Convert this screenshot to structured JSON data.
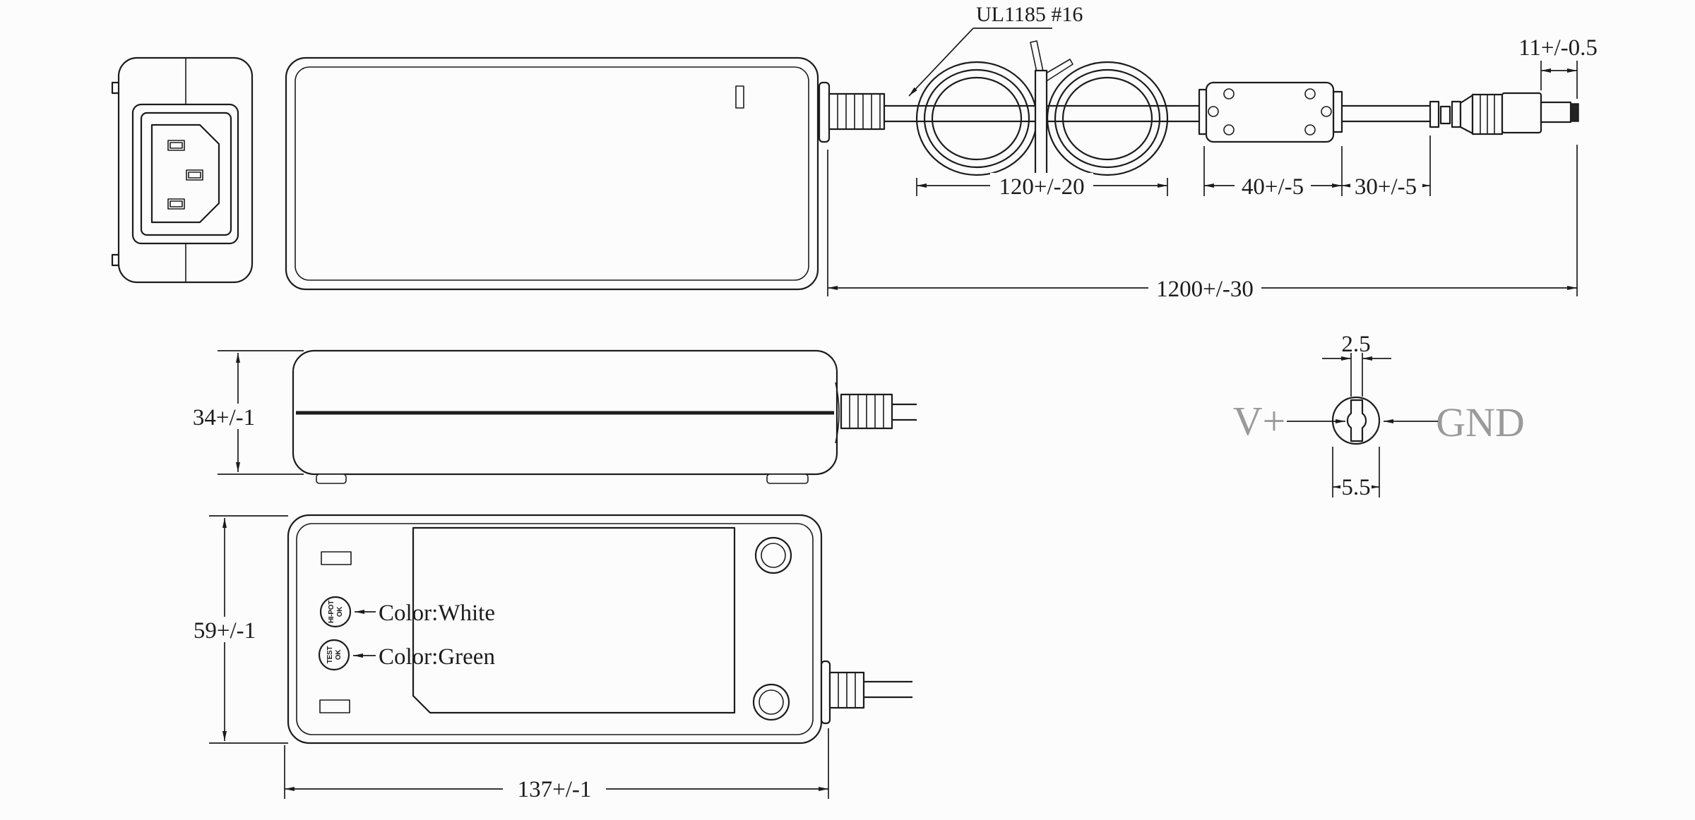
{
  "drawing": {
    "cable_label": "UL1185 #16",
    "labels": {
      "positive": "V+",
      "ground": "GND"
    },
    "dimensions": {
      "plug": "11+/-0.5",
      "coil": "120+/-20",
      "ferrite": "40+/-5",
      "ferrite_to_plug": "30+/-5",
      "cable": "1200+/-30",
      "height": "34+/-1",
      "pin": "2.5",
      "barrel": "5.5",
      "width": "59+/-1",
      "length": "137+/-1"
    },
    "stamps": {
      "hipot": {
        "line1": "HI-POT",
        "line2": "OK",
        "note": "Color:White"
      },
      "test": {
        "line1": "TEST",
        "line2": "OK",
        "note": "Color:Green"
      }
    },
    "colors": {
      "line": "#1c1c1c",
      "background": "#fcfcfc",
      "muted_text": "#9a9a9a"
    }
  }
}
